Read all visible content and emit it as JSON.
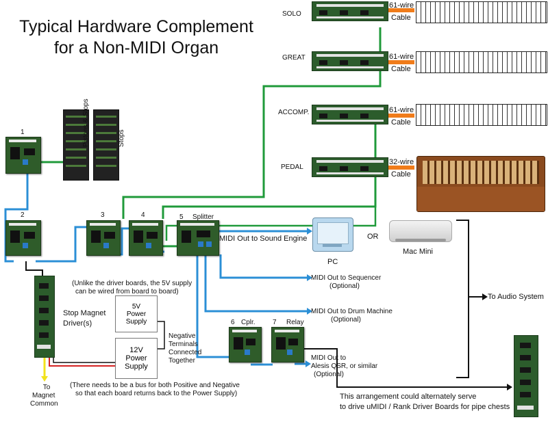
{
  "title": {
    "line1": "Typical Hardware Complement",
    "line2": "for a Non-MIDI Organ"
  },
  "manuals": [
    {
      "name": "SOLO",
      "wire": "61-wire",
      "cable": "Cable"
    },
    {
      "name": "GREAT",
      "wire": "61-wire",
      "cable": "Cable"
    },
    {
      "name": "ACCOMP.",
      "wire": "61-wire",
      "cable": "Cable"
    },
    {
      "name": "PEDAL",
      "wire": "32-wire",
      "cable": "Cable"
    }
  ],
  "boards": {
    "b1": "1",
    "b2": "2",
    "b3": "3",
    "b4": "4",
    "b5": "5",
    "b5_name": "Splitter",
    "b6": "6",
    "b6_name": "Cplr.",
    "b7": "7",
    "b7_name": "Relay"
  },
  "input_labels": {
    "pistons": "Pistons & Stops",
    "stops": "Stops"
  },
  "outputs": {
    "sound_engine": "MIDI Out to Sound Engine",
    "sequencer": "MIDI Out to Sequencer",
    "sequencer_note": "(Optional)",
    "drum": "MIDI Out to Drum Machine",
    "drum_note": "(Optional)",
    "alesis_line1": "MIDI Out to",
    "alesis_line2": "Alesis QSR, or similar",
    "alesis_note": "(Optional)"
  },
  "computers": {
    "pc": "PC",
    "or": "OR",
    "mac": "Mac Mini",
    "audio": "To Audio System"
  },
  "stop_magnet": {
    "line1": "Stop Magnet",
    "line2": "Driver(s)",
    "common1": "To",
    "common2": "Magnet",
    "common3": "Common"
  },
  "power": {
    "note_5v_1": "(Unlike the driver boards, the 5V supply",
    "note_5v_2": "can be wired from board to board)",
    "supply5_1": "5V",
    "supply5_2": "Power",
    "supply5_3": "Supply",
    "supply12_1": "12V",
    "supply12_2": "Power",
    "supply12_3": "Supply",
    "neg1": "Negative",
    "neg2": "Terminals",
    "neg3": "Connected",
    "neg4": "Together",
    "bus1": "(There needs to be a bus for both Positive and Negative",
    "bus2": "so that each board returns back to the Power Supply)"
  },
  "alternate": {
    "line1": "This arrangement could alternately serve",
    "line2": "to drive uMIDI / Rank Driver Boards for pipe chests"
  },
  "colors": {
    "green_wire": "#1f9a3a",
    "blue_wire": "#2b8fd6",
    "cable": "#f07c1a",
    "black_wire": "#111111",
    "red_wire": "#d42020",
    "yellow_wire": "#f2e21a"
  }
}
